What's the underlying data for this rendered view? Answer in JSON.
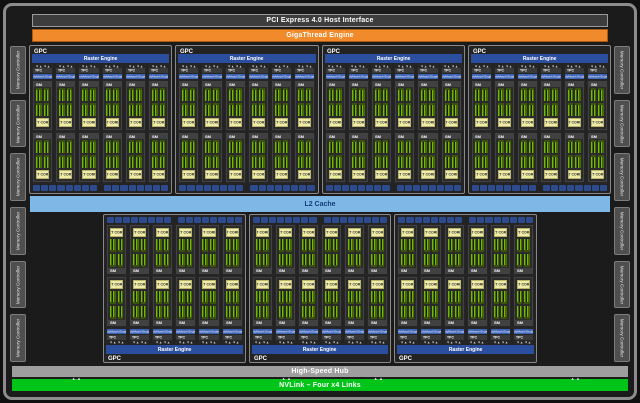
{
  "host_interface": {
    "label": "PCI Express 4.0 Host Interface"
  },
  "gigathread": {
    "label": "GigaThread Engine"
  },
  "l2": {
    "label": "L2 Cache"
  },
  "hub": {
    "label": "High-Speed Hub"
  },
  "nvlink": {
    "label": "NVLink – Four x4 Links",
    "arrow_positions_pct": [
      9,
      43,
      58,
      90
    ]
  },
  "memory": {
    "label": "Memory Controller",
    "left_count": 6,
    "right_count": 6
  },
  "gpc": {
    "label": "GPC",
    "raster_label": "Raster Engine",
    "tpc_label": "TPC",
    "polymorph_label": "PolyMorph Engine",
    "sm_label": "SM",
    "rt_core_label": "RT CORE",
    "top_count": 4,
    "bottom_count": 3,
    "tpcs_per_gpc": 6,
    "sms_per_tpc": 2,
    "core_rows_per_sm": 2,
    "core_blocks_per_row": 2,
    "rop_segments_per_gpc": 16
  },
  "icons": {
    "tpc_arrows": "▼▲ ▼▲",
    "nvlink_arrows": "▲ ▲"
  },
  "colors": {
    "frame_border": "#8c8c8c",
    "die_bg": "#1b1b1b",
    "host_bar": "#3d3d3d",
    "gigathread_orange": "#f08a2b",
    "raster_blue": "#2c4e9e",
    "polymorph_blue": "#3e64b8",
    "core_green": "#76b900",
    "rt_core_yellow": "#efeca9",
    "rop_blue": "#2d4a8c",
    "l2_blue": "#7fb8e6",
    "l2_text": "#143d7a",
    "memory_gray": "#4f4f4f",
    "hub_gray": "#9e9e9e",
    "nvlink_green": "#00c417",
    "gpc_bg": "#232323",
    "tpc_bg": "#262626",
    "sm_bg": "#2b2b2b"
  }
}
